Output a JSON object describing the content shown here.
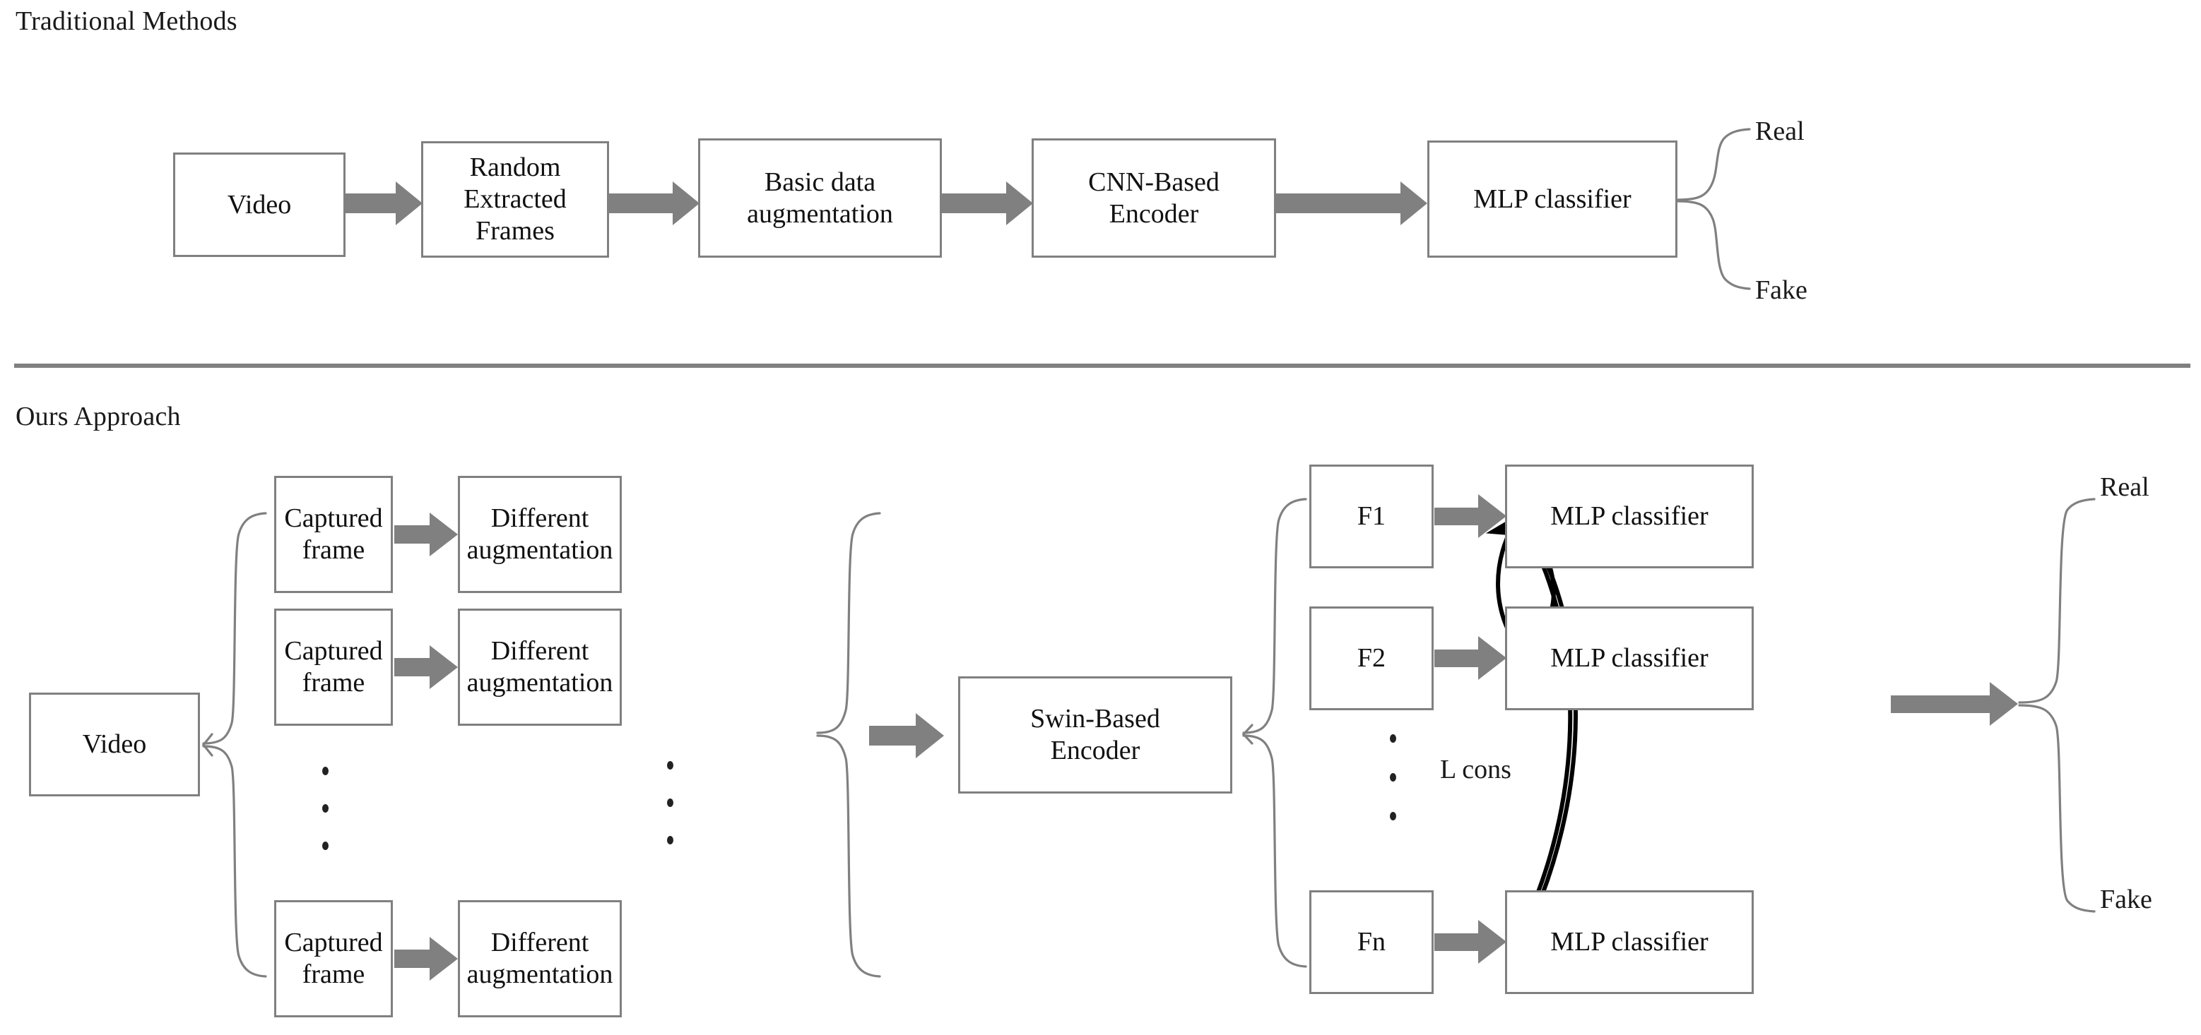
{
  "page": {
    "background": "#ffffff",
    "box_border_color": "#808080",
    "arrow_color": "#808080",
    "brace_color": "#808080",
    "loss_arrow_color": "#000000",
    "text_color": "#111111"
  },
  "sections": [
    {
      "id": "traditional",
      "title": "Traditional Methods"
    },
    {
      "id": "ours",
      "title": "Ours Approach"
    }
  ],
  "traditional": {
    "title": "Traditional Methods",
    "nodes": [
      {
        "id": "video",
        "lines": [
          "Video"
        ]
      },
      {
        "id": "random-extracted-frames",
        "lines": [
          "Random",
          "Extracted",
          "Frames"
        ]
      },
      {
        "id": "basic-data-augmentation",
        "lines": [
          "Basic data",
          "augmentation"
        ]
      },
      {
        "id": "cnn-based-encoder",
        "lines": [
          "CNN-Based",
          "Encoder"
        ]
      },
      {
        "id": "mlp-classifier",
        "lines": [
          "MLP classifier"
        ]
      }
    ],
    "outputs": [
      {
        "id": "real",
        "label": "Real"
      },
      {
        "id": "fake",
        "label": "Fake"
      }
    ]
  },
  "ours": {
    "title": "Ours Approach",
    "input": {
      "id": "video",
      "lines": [
        "Video"
      ]
    },
    "frame_branches": [
      {
        "id": "branch-1",
        "capture": [
          "Captured",
          "frame"
        ],
        "augment": [
          "Different",
          "augmentation"
        ]
      },
      {
        "id": "branch-2",
        "capture": [
          "Captured",
          "frame"
        ],
        "augment": [
          "Different",
          "augmentation"
        ]
      },
      {
        "id": "branch-n",
        "capture": [
          "Captured",
          "frame"
        ],
        "augment": [
          "Different",
          "augmentation"
        ]
      }
    ],
    "encoder": {
      "id": "swin-based-encoder",
      "lines": [
        "Swin-Based",
        "Encoder"
      ]
    },
    "features": [
      {
        "id": "f1",
        "label": "F1",
        "classifier": "MLP classifier"
      },
      {
        "id": "f2",
        "label": "F2",
        "classifier": "MLP classifier"
      },
      {
        "id": "fn",
        "label": "Fn",
        "classifier": "MLP classifier"
      }
    ],
    "loss": {
      "id": "l-cons",
      "label": "L cons"
    },
    "outputs": [
      {
        "id": "real",
        "label": "Real"
      },
      {
        "id": "fake",
        "label": "Fake"
      }
    ],
    "ellipsis": {
      "dot_count": 3
    }
  }
}
